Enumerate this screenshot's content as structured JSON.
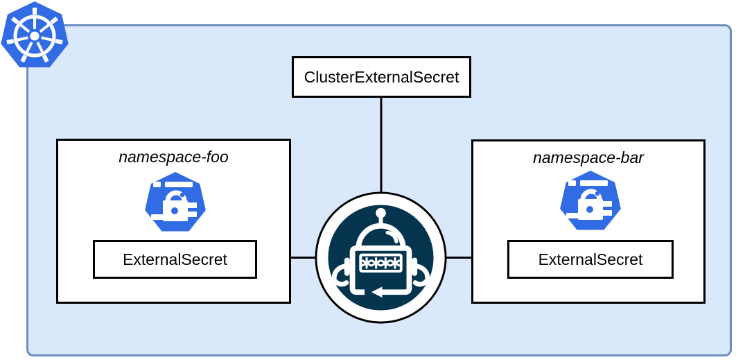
{
  "diagram": {
    "cluster": {
      "description": "kubernetes-cluster-boundary",
      "fill_color": "#dae8fc",
      "border_color": "#6c8ebf"
    },
    "kubernetes_logo": {
      "name": "kubernetes-helm-logo",
      "color": "#326ce5"
    },
    "cluster_external_secret": {
      "label": "ClusterExternalSecret"
    },
    "operator": {
      "name": "external-secrets-operator-robot",
      "background_color": "#04344e",
      "password_mask": "****"
    },
    "namespaces": [
      {
        "title": "namespace-foo",
        "icon": "external-secret-crd-icon",
        "resource_label": "ExternalSecret"
      },
      {
        "title": "namespace-bar",
        "icon": "external-secret-crd-icon",
        "resource_label": "ExternalSecret"
      }
    ],
    "connectors": {
      "line_color": "#000000",
      "edges": [
        "ClusterExternalSecret -> operator",
        "operator -> namespace-foo ExternalSecret",
        "operator -> namespace-bar ExternalSecret"
      ]
    },
    "crd_icon_color": "#326ce5"
  }
}
